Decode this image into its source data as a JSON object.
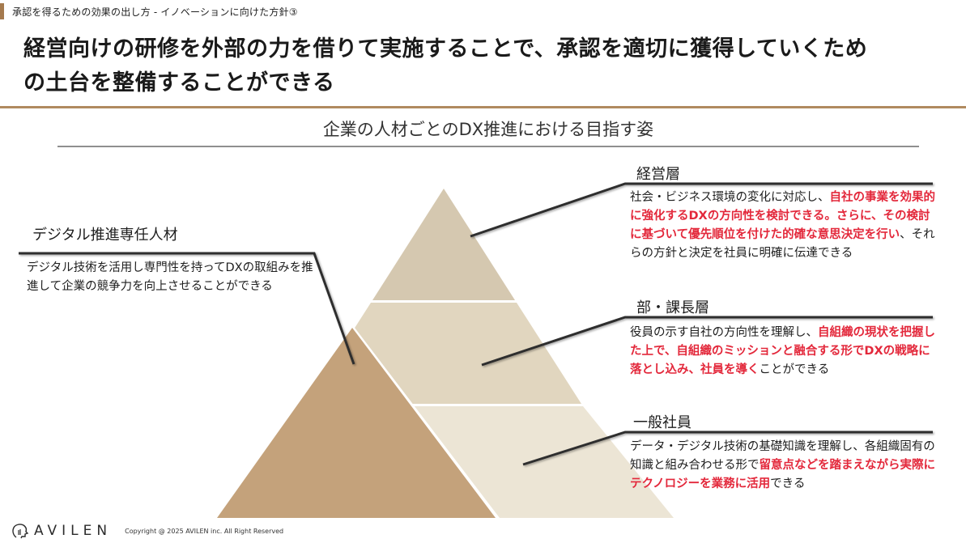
{
  "section_tag": "承認を得るための効果の出し方 - イノベーションに向けた方針③",
  "headline": {
    "line1": "経営向けの研修を外部の力を借りて実施することで、承認を適切に獲得していくため",
    "line2": "の土台を整備することができる"
  },
  "subtitle": "企業の人材ごとのDX推進における目指す姿",
  "colors": {
    "accent_brown": "#b08a5f",
    "tier_top": "#d5c8b0",
    "tier_middle": "#e1d6bf",
    "tier_bottom": "#ece5d5",
    "digital_specialist": "#c4a27b",
    "highlight_red": "#e3283b"
  },
  "tiers": [
    {
      "title": "経営層",
      "desc": [
        {
          "text": "社会・ビジネス環境の変化に対応し、",
          "red": false
        },
        {
          "text": "自社の事業を効果的に強化するDXの方向性を検討できる。さらに、その検討に基づいて優先順位を付けた的確な意思決定を行い",
          "red": true
        },
        {
          "text": "、それらの方針と決定を社員に明確に伝達できる",
          "red": false
        }
      ]
    },
    {
      "title": "部・課長層",
      "desc": [
        {
          "text": "役員の示す自社の方向性を理解し、",
          "red": false
        },
        {
          "text": "自組織の現状を把握した上で、自組織のミッションと融合する形でDXの戦略に落とし込み、社員を導く",
          "red": true
        },
        {
          "text": "ことができる",
          "red": false
        }
      ]
    },
    {
      "title": "一般社員",
      "desc": [
        {
          "text": "データ・デジタル技術の基礎知識を理解し、各組織固有の知識と組み合わせる形で",
          "red": false
        },
        {
          "text": "留意点などを踏まえながら実際にテクノロジーを業務に活用",
          "red": true
        },
        {
          "text": "できる",
          "red": false
        }
      ]
    }
  ],
  "specialist": {
    "title": "デジタル推進専任人材",
    "desc": "デジタル技術を活用し専門性を持ってDXの取組みを推進して企業の競争力を向上させることができる"
  },
  "footer": {
    "logo": "AVILEN",
    "copyright": "Copyright @ 2025 AVILEN inc. All Right Reserved"
  }
}
